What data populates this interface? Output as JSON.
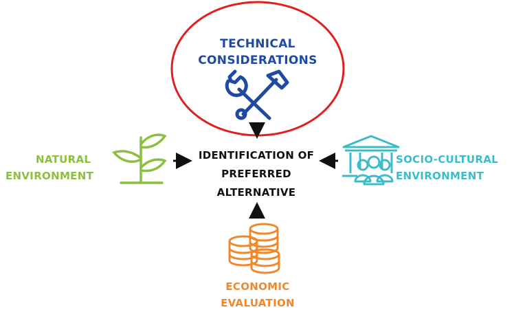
{
  "technical": {
    "line1": "TECHNICAL",
    "line2": "CONSIDERATIONS",
    "color": "#1f4aa0",
    "icon": "wrench-hammer-icon"
  },
  "center": {
    "line1": "IDENTIFICATION OF",
    "line2": "PREFERRED",
    "line3": "ALTERNATIVE"
  },
  "natural": {
    "line1": "NATURAL",
    "line2": "ENVIRONMENT",
    "color": "#8cbf3f",
    "icon": "sprout-icon"
  },
  "socio": {
    "line1": "SOCIO-CULTURAL",
    "line2": "ENVIRONMENT",
    "color": "#3cbcc8",
    "icon": "building-people-icon"
  },
  "economic": {
    "line1": "ECONOMIC",
    "line2": "EVALUATION",
    "color": "#f0882c",
    "icon": "coins-icon"
  },
  "highlight_color": "#e02020"
}
